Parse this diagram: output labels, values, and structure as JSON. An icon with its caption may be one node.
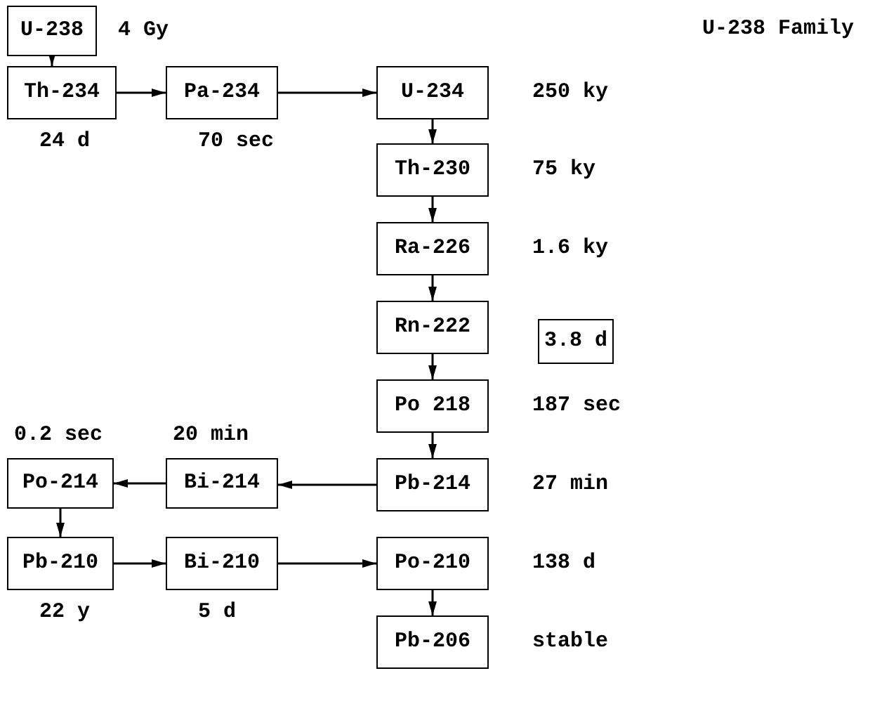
{
  "diagram": {
    "title": "U-238 Family",
    "nodes": [
      {
        "text": [
          "U-238"
        ],
        "beside": [
          "4 Gy"
        ]
      },
      {
        "text": [
          "Th-234"
        ],
        "beside": [
          "24 d"
        ]
      },
      {
        "text": [
          "Pa-234"
        ],
        "beside": [
          "70 sec"
        ]
      },
      {
        "text": [
          "U-234"
        ],
        "beside": [
          "250 ky"
        ]
      },
      {
        "text": [
          "Th-230"
        ],
        "beside": [
          "75 ky"
        ]
      },
      {
        "text": [
          "Ra-226"
        ],
        "beside": [
          "1.6 ky"
        ]
      },
      {
        "text": [
          "Rn-222"
        ]
      },
      {
        "text": [
          "3.8 d"
        ]
      },
      {
        "text": [
          "Po 218"
        ],
        "beside": [
          "187 sec"
        ]
      },
      {
        "text": [
          "Po-214"
        ],
        "beside": [
          "0.2 sec"
        ]
      },
      {
        "text": [
          "Bi-214"
        ],
        "beside": [
          "20 min"
        ]
      },
      {
        "text": [
          "Pb-214"
        ],
        "beside": [
          "27 min"
        ]
      },
      {
        "text": [
          "Pb-210"
        ],
        "beside": [
          "22 y"
        ]
      },
      {
        "text": [
          "Bi-210"
        ],
        "beside": [
          "5 d"
        ]
      },
      {
        "text": [
          "Po-210"
        ],
        "beside": [
          "138 d"
        ]
      },
      {
        "text": [
          "Pb-206"
        ],
        "beside": [
          "stable"
        ]
      }
    ],
    "edges": [
      {
        "from": 0,
        "to": 1,
        "arrow": "to"
      },
      {
        "from": 1,
        "to": 2,
        "arrow": "to"
      },
      {
        "from": 2,
        "to": 3,
        "arrow": "to"
      },
      {
        "from": 3,
        "to": 4,
        "arrow": "to"
      },
      {
        "from": 4,
        "to": 5,
        "arrow": "to"
      },
      {
        "from": 5,
        "to": 6,
        "arrow": "to"
      },
      {
        "from": 6,
        "to": 8,
        "arrow": "to"
      },
      {
        "from": 8,
        "to": 11,
        "arrow": "to"
      },
      {
        "from": 11,
        "to": 10,
        "arrow": "to"
      },
      {
        "from": 10,
        "to": 9,
        "arrow": "to"
      },
      {
        "from": 9,
        "to": 12,
        "arrow": "to"
      },
      {
        "from": 12,
        "to": 13,
        "arrow": "to"
      },
      {
        "from": 13,
        "to": 14,
        "arrow": "to"
      },
      {
        "from": 14,
        "to": 15,
        "arrow": "to"
      }
    ]
  }
}
